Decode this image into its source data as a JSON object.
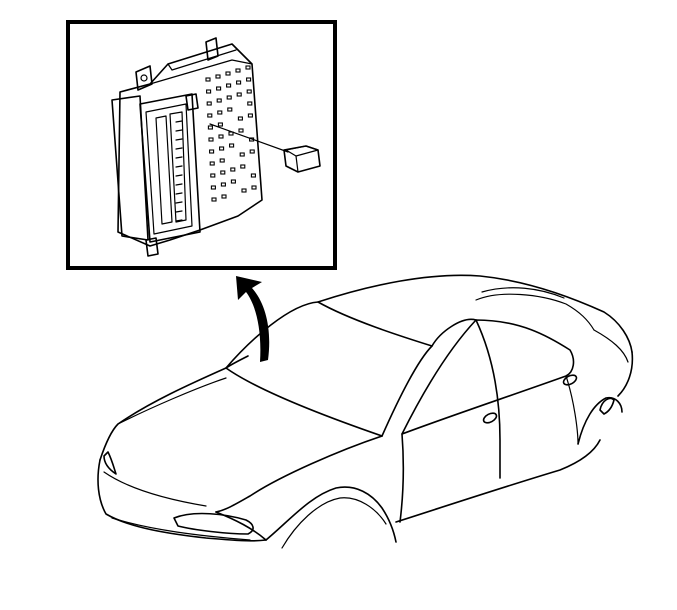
{
  "figure": {
    "inset_frame_color": "#000000",
    "line_color": "#000000",
    "background": "#ffffff",
    "components": [
      "electronic-control-module",
      "connector-plug",
      "locator-arrow",
      "vehicle-body"
    ]
  }
}
